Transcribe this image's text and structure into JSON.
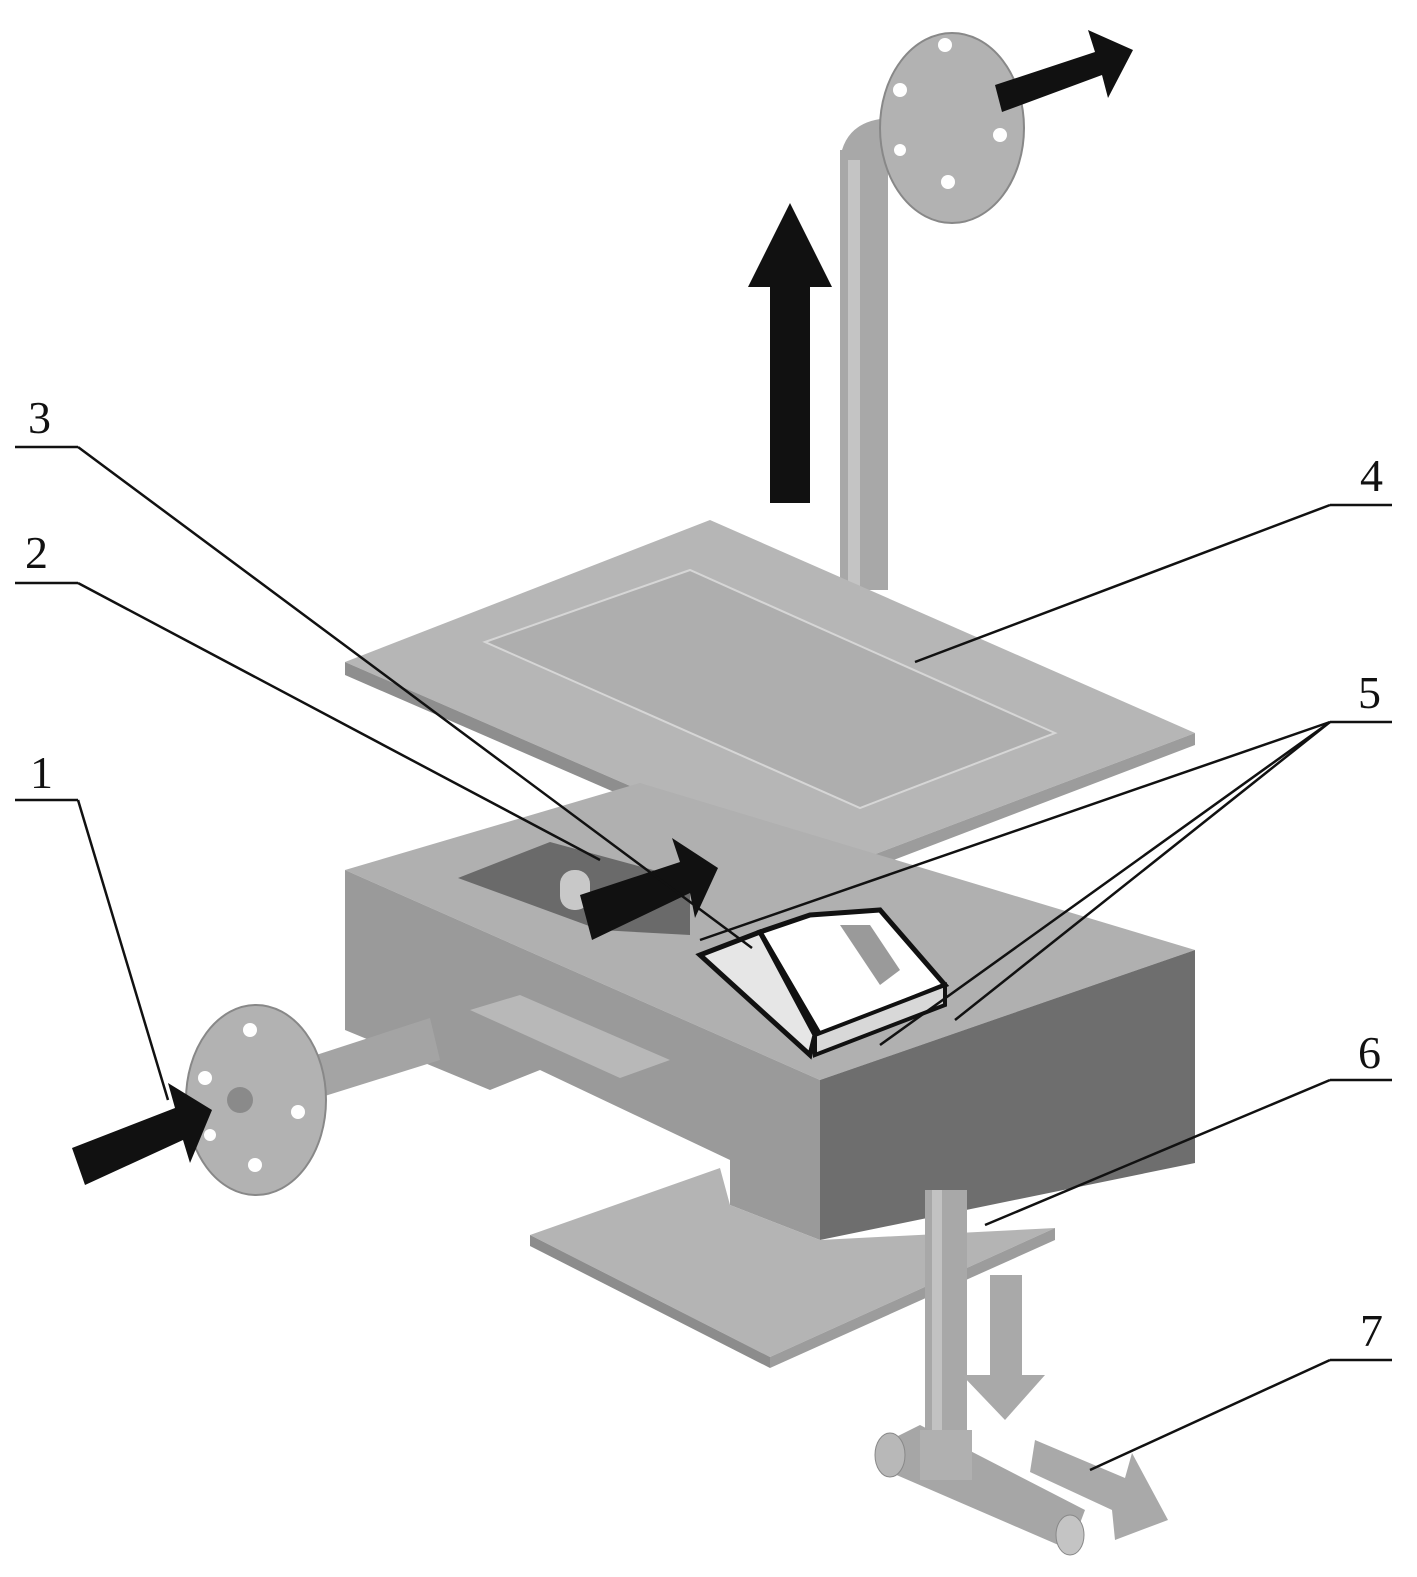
{
  "labels": [
    {
      "id": "1",
      "text": "1"
    },
    {
      "id": "2",
      "text": "2"
    },
    {
      "id": "3",
      "text": "3"
    },
    {
      "id": "4",
      "text": "4"
    },
    {
      "id": "5",
      "text": "5"
    },
    {
      "id": "6",
      "text": "6"
    },
    {
      "id": "7",
      "text": "7"
    }
  ],
  "colors": {
    "metal_light": "#b4b4b4",
    "metal_mid": "#9a9a9a",
    "metal_dark": "#6e6e6e",
    "arrow_black": "#111111",
    "arrow_gray": "#a9a9a9"
  }
}
